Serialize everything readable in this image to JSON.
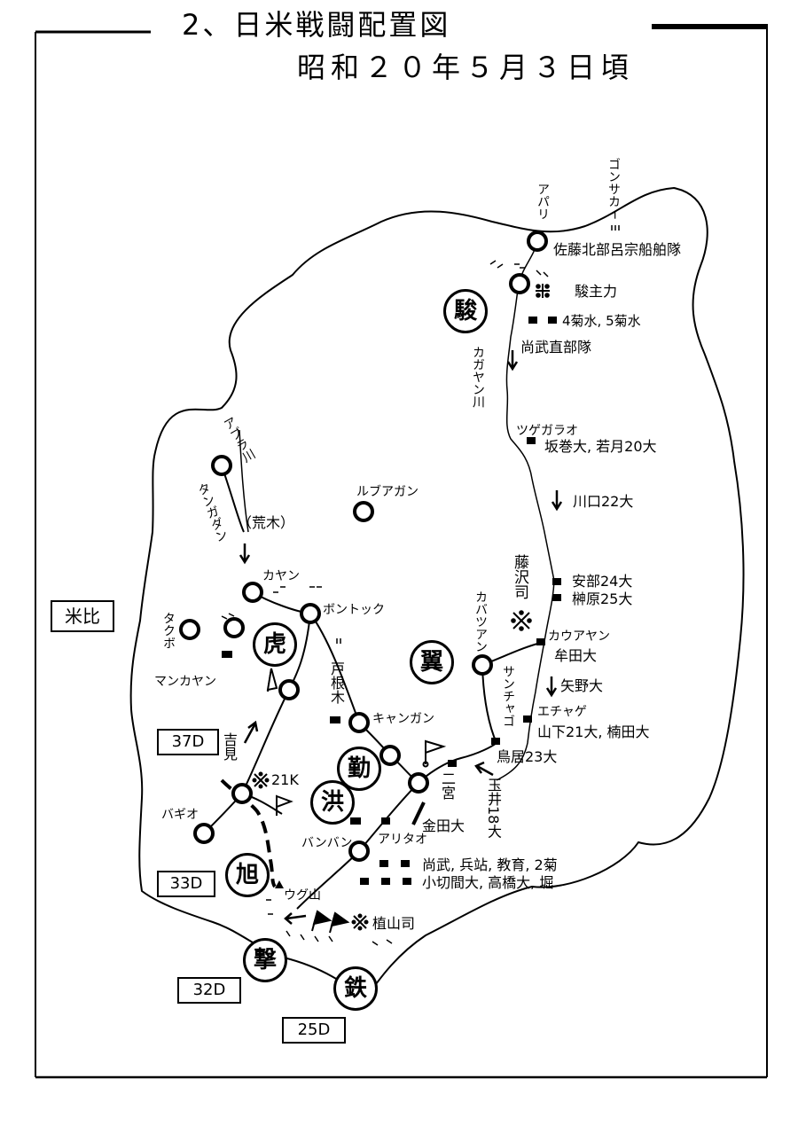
{
  "title": "2、日米戦闘配置図",
  "subtitle": "昭和２０年５月３日頃",
  "country_box": "米比",
  "division_boxes": [
    "37D",
    "33D",
    "32D",
    "25D"
  ],
  "unit_symbols": [
    "駿",
    "虎",
    "翼",
    "勤",
    "洪",
    "旭",
    "撃",
    "鉄"
  ],
  "rivers": {
    "kagayan": "カガヤン川",
    "abura": "アブラ川"
  },
  "places": {
    "gonsakanai": "ゴンサカイ",
    "aparri": "アパリ",
    "tsugegarao": "ツゲガラオ",
    "tangadan": "タンガダン",
    "lubuagan": "ルブアガン",
    "kayan": "カヤン",
    "bontoc": "ボントック",
    "takubo": "タクボ",
    "mankayan": "マンカヤン",
    "kabatsuan": "カバツアン",
    "kauayan": "カウアヤン",
    "santiago": "サンチャゴ",
    "echague": "エチャゲ",
    "kiangan": "キャンガン",
    "bagio": "バギオ",
    "banban": "バンバン",
    "aritao": "アリタオ",
    "ugu": "ウグ山"
  },
  "units": {
    "sato": "佐藤北部呂宗船舶隊",
    "shun_main": "駿主力",
    "kikusui": "4菊水, 5菊水",
    "shobu": "尚武直部隊",
    "sakamaki": "坂巻大, 若月20大",
    "kawaguchi": "川口22大",
    "fujisawa": "藤沢司",
    "abe": "安部24大",
    "sakakibara": "榊原25大",
    "mutaguchi": "牟田大",
    "yano": "矢野大",
    "yamashita": "山下21大, 楠田大",
    "torii": "鳥居23大",
    "tamai": "玉井18大",
    "ninomiya": "二宮",
    "kaneda": "金田大",
    "tonezaki": "戸根木",
    "araki": "（荒木）",
    "yoshimi": "吉見",
    "k21": "21K",
    "shobu_supply": "尚武, 兵站, 教育, 2菊",
    "kogiri": "小切間大, 高橋大, 堀",
    "ueyama": "植山司"
  }
}
